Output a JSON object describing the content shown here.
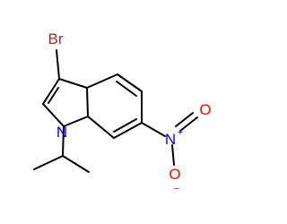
{
  "molecule": {
    "atoms": {
      "bromine": "Br",
      "ring_nitrogen": "N",
      "nitro_nitrogen": "N",
      "nitro_nitrogen_charge": "+",
      "nitro_oxygen_double": "O",
      "nitro_oxygen_single": "O",
      "nitro_oxygen_charge": "−"
    },
    "colors": {
      "bond": "#000000",
      "bromine": "#A52A2A",
      "nitrogen": "#0000FF",
      "oxygen": "#FF0000"
    }
  }
}
